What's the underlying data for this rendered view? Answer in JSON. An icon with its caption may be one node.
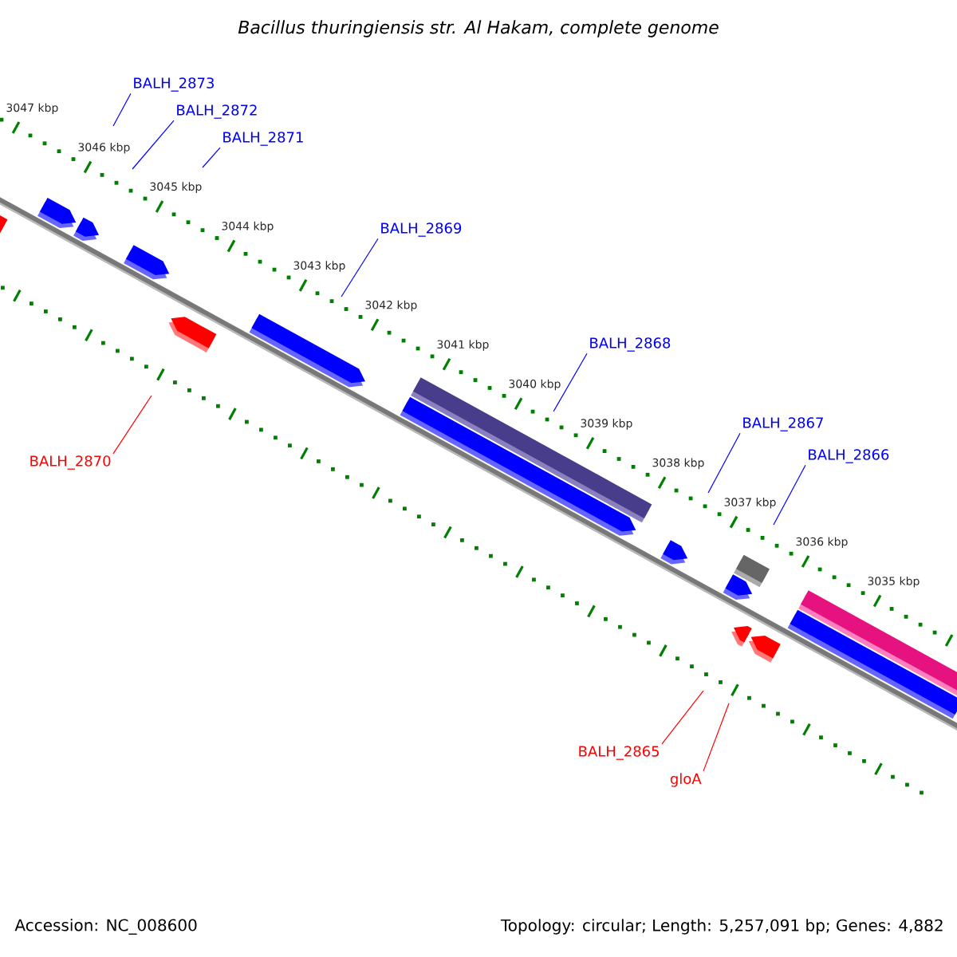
{
  "diagram": {
    "title": "Bacillus thuringiensis str. Al Hakam, complete genome",
    "nodes": [
      {
        "text": [
          "BALH_2873"
        ]
      },
      {
        "text": [
          "BALH_2872"
        ]
      },
      {
        "text": [
          "BALH_2871"
        ]
      },
      {
        "text": [
          "BALH_2869"
        ]
      },
      {
        "text": [
          "BALH_2868"
        ]
      },
      {
        "text": [
          "BALH_2867"
        ]
      },
      {
        "text": [
          "BALH_2866"
        ]
      },
      {
        "text": [
          "BALH_2870"
        ]
      },
      {
        "text": [
          "BALH_2865"
        ]
      },
      {
        "text": [
          "gloA"
        ]
      }
    ],
    "edges": [
      {
        "from": 0,
        "to": null,
        "arrow": "none"
      },
      {
        "from": 1,
        "to": null,
        "arrow": "none"
      },
      {
        "from": 2,
        "to": null,
        "arrow": "none"
      },
      {
        "from": 3,
        "to": null,
        "arrow": "none"
      },
      {
        "from": 4,
        "to": null,
        "arrow": "none"
      },
      {
        "from": 5,
        "to": null,
        "arrow": "none"
      },
      {
        "from": 6,
        "to": null,
        "arrow": "none"
      },
      {
        "from": 7,
        "to": null,
        "arrow": "none",
        "color": "#ff0000"
      },
      {
        "from": 8,
        "to": null,
        "arrow": "none",
        "color": "#ff0000"
      },
      {
        "from": 9,
        "to": null,
        "arrow": "none",
        "color": "#ff0000"
      }
    ],
    "labels": [
      "3047 kbp",
      "3046 kbp",
      "3045 kbp",
      "3044 kbp",
      "3043 kbp",
      "3042 kbp",
      "3041 kbp",
      "3040 kbp",
      "3039 kbp",
      "3038 kbp",
      "3037 kbp",
      "3036 kbp",
      "3035 kbp",
      "Accession: NC_008600",
      "Topology: circular; Length: 5,257,091 bp; Genes: 4,882"
    ]
  }
}
